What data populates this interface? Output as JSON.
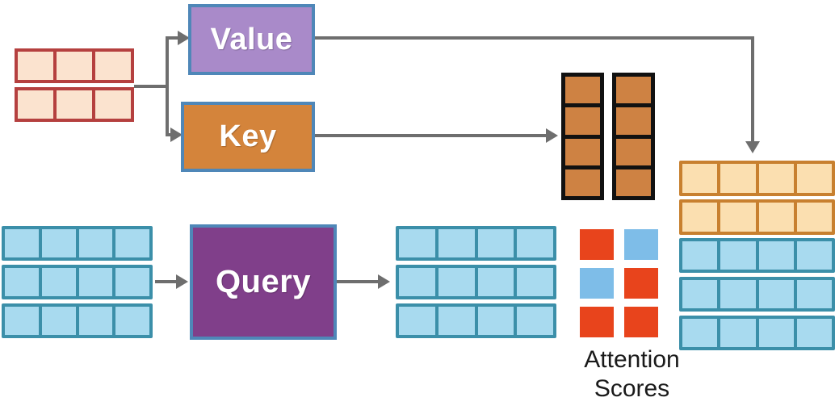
{
  "diagram": {
    "title": "Attention mechanism (Query / Key / Value) diagram",
    "labels": {
      "value": "Value",
      "key": "Key",
      "query": "Query",
      "attention_line1": "Attention",
      "attention_line2": "Scores"
    },
    "colors": {
      "value_fill": "#a98ac9",
      "key_fill": "#d4843b",
      "query_fill": "#803f8a",
      "box_border": "#4f87b8",
      "blue_cell_fill": "#a8daef",
      "blue_cell_border": "#3b8fa9",
      "red_cell_fill": "#fbe3cf",
      "red_cell_border": "#b5403f",
      "tan_cell_fill": "#fbdfb0",
      "tan_cell_border": "#c8802f",
      "brown_cell_fill": "#ce8243",
      "brown_cell_border": "#111111",
      "score_high": "#e8441c",
      "score_low": "#7ebde8",
      "connector": "#6e6e6e",
      "background": "#ffffff"
    },
    "matrices": {
      "source_input": {
        "name": "source-input-matrix",
        "rows": 2,
        "cols": 3,
        "style": "red"
      },
      "target_input": {
        "name": "target-input-matrix",
        "rows": 3,
        "cols": 4,
        "style": "blue"
      },
      "query_output": {
        "name": "query-output-matrix",
        "rows": 3,
        "cols": 4,
        "style": "blue"
      },
      "key_columns": {
        "name": "key-column-matrix",
        "columns": 2,
        "cells_per_column": 4,
        "style": "brown"
      },
      "value_output": {
        "name": "value-output-matrix",
        "rows": 2,
        "cols": 4,
        "style": "tan"
      },
      "context_output": {
        "name": "context-output-matrix",
        "rows": 3,
        "cols": 4,
        "style": "blue"
      }
    },
    "attention_scores": {
      "rows": 3,
      "cols": 2,
      "values": [
        [
          "high",
          "low"
        ],
        [
          "low",
          "high"
        ],
        [
          "high",
          "high"
        ]
      ]
    },
    "connections": [
      {
        "name": "input-to-value",
        "from": "source-input-matrix",
        "to": "value-box"
      },
      {
        "name": "input-to-key",
        "from": "source-input-matrix",
        "to": "key-box"
      },
      {
        "name": "key-to-key-columns",
        "from": "key-box",
        "to": "key-column-matrix"
      },
      {
        "name": "value-to-value-output",
        "from": "value-box",
        "to": "value-output-matrix"
      },
      {
        "name": "target-input-to-query",
        "from": "target-input-matrix",
        "to": "query-box"
      },
      {
        "name": "query-to-query-output",
        "from": "query-box",
        "to": "query-output-matrix"
      }
    ]
  }
}
